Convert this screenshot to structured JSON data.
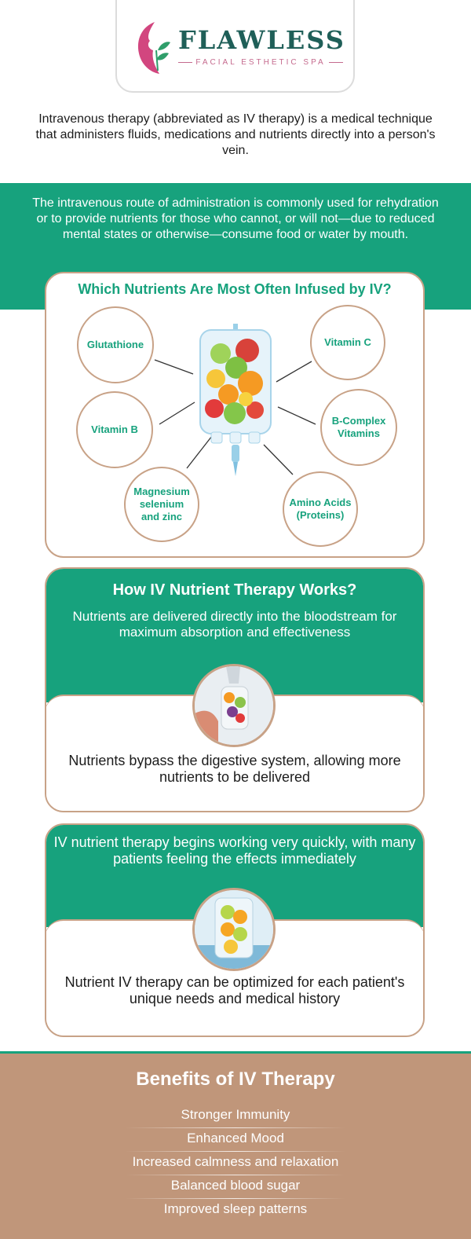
{
  "brand": {
    "name": "FLAWLESS",
    "tagline": "FACIAL ESTHETIC SPA"
  },
  "intro": "Intravenous therapy (abbreviated as IV therapy) is a medical technique that administers fluids, medications and nutrients directly into a person's vein.",
  "route": "The intravenous route of administration is commonly used for rehydration or to provide nutrients for those who cannot, or will not—due to reduced mental states or otherwise—consume food or water by mouth.",
  "nutrients": {
    "title": "Which Nutrients Are Most Often Infused by IV?",
    "items": [
      "Glutathione",
      "Vitamin C",
      "Vitamin B",
      "B-Complex Vitamins",
      "Magnesium selenium and zinc",
      "Amino Acids (Proteins)"
    ]
  },
  "how_it_works": {
    "title": "How IV Nutrient Therapy Works?",
    "text": "Nutrients are delivered directly into the bloodstream for maximum absorption and effectiveness",
    "bottom": "Nutrients bypass the digestive system, allowing more nutrients to be delivered"
  },
  "quick": {
    "text": "IV nutrient therapy begins working very quickly, with many patients feeling the effects immediately",
    "bottom": "Nutrient IV therapy can be optimized for each patient's unique needs and medical history"
  },
  "benefits": {
    "title": "Benefits of IV Therapy",
    "items": [
      "Stronger Immunity",
      "Enhanced Mood",
      "Increased calmness and relaxation",
      "Balanced blood sugar",
      "Improved sleep patterns"
    ]
  },
  "colors": {
    "green": "#17a27d",
    "tan": "#c0967a",
    "border": "#c8a287",
    "brand": "#1f5f58",
    "pink": "#c56a8e"
  }
}
